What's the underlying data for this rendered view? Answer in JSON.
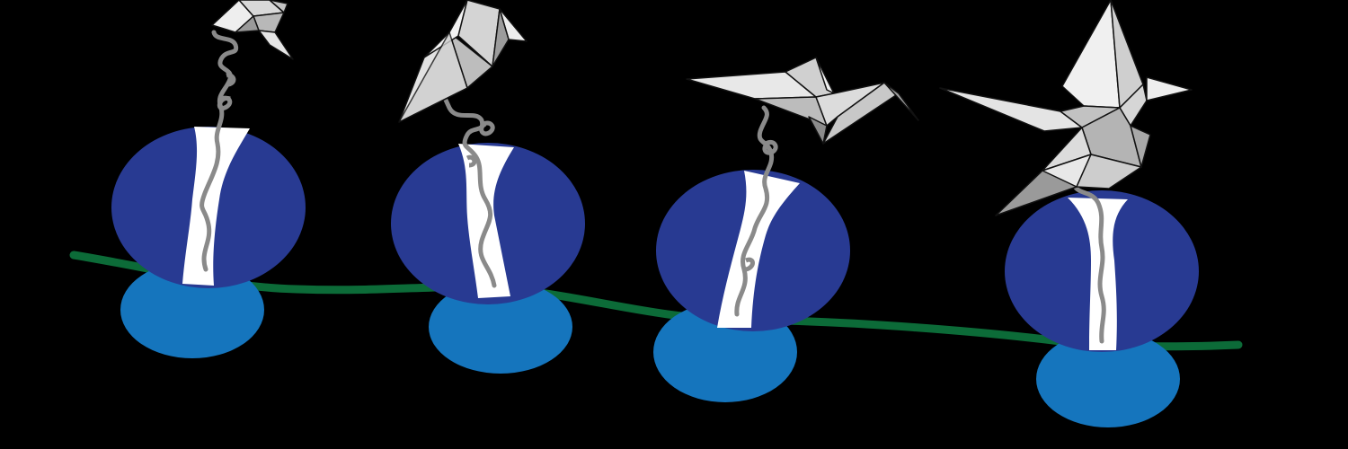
{
  "figure": {
    "background": "#000000",
    "colors": {
      "mrna": "#0c6b38",
      "large_subunit": "#283a92",
      "small_subunit": "#1575bd",
      "exit_tunnel": "#ffffff",
      "nascent_chain": "#8a8a8a",
      "crane_light": "#eeeeee",
      "crane_mid": "#c8c8c8",
      "crane_dark": "#8c8c8c",
      "crane_outline": "#111111"
    },
    "ribosome_count": 4,
    "crane_stages": [
      "folded-small",
      "folding",
      "flying-wide",
      "full-crane"
    ]
  }
}
